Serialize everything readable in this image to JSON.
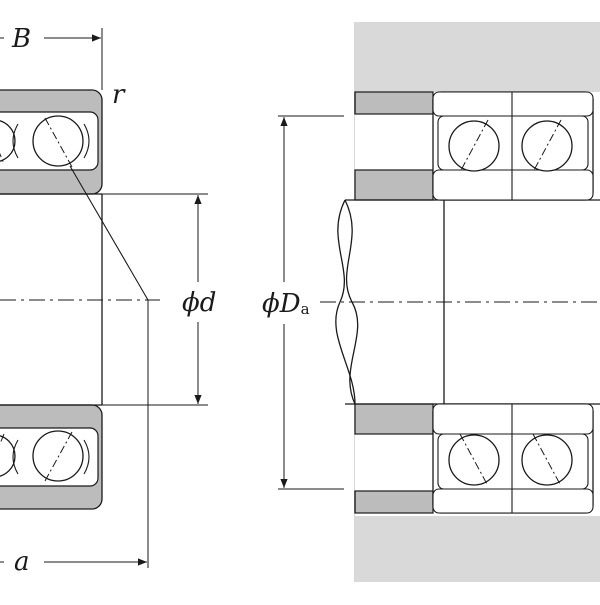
{
  "labels": {
    "width": "B",
    "fillet": "r",
    "bore_prefix": "ϕ",
    "bore": "d",
    "housing_prefix": "ϕ",
    "housing": "D",
    "housing_sub": "a",
    "load_center": "a"
  },
  "colors": {
    "ring_gray": "#bcbcbc",
    "housing_gray": "#d9d9d9",
    "line": "#1a1a1a",
    "background": "#ffffff"
  },
  "icons": {
    "ball": "circle-with-contact-line",
    "dimension_arrow": "filled-triangle-arrowhead"
  }
}
